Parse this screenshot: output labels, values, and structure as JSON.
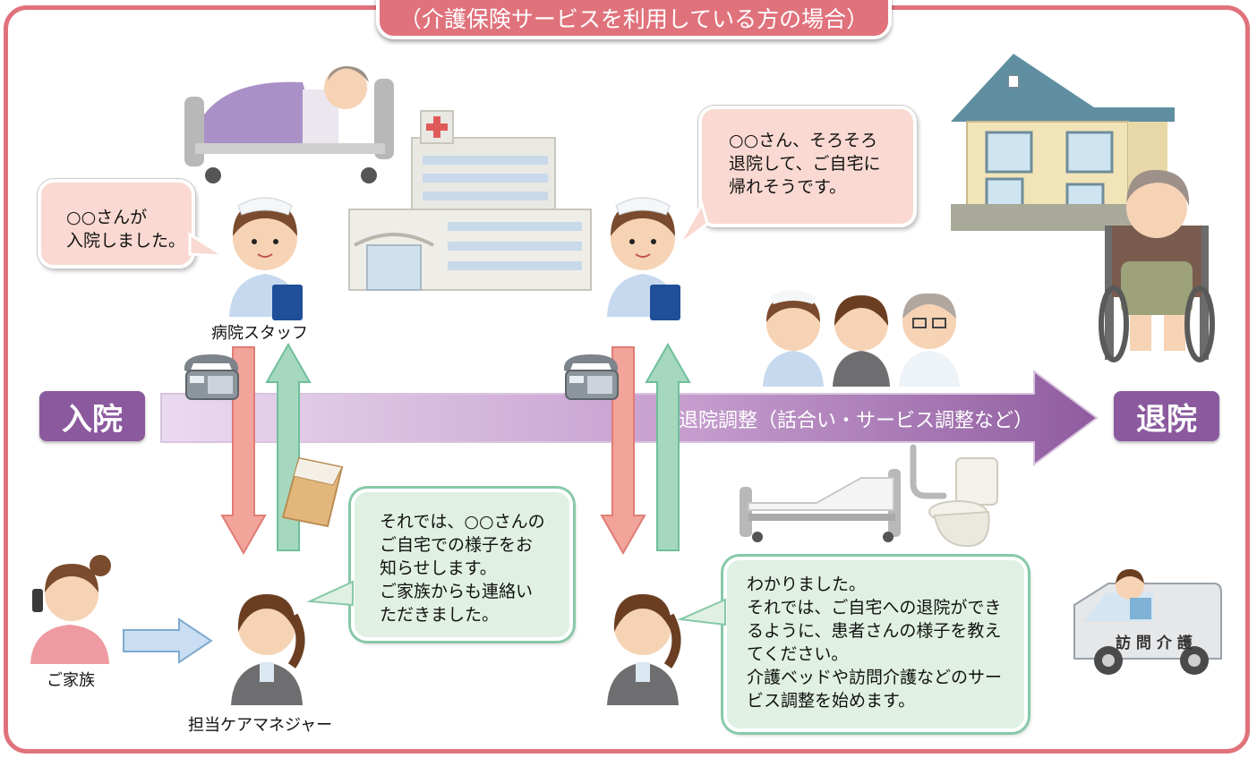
{
  "title": "（介護保険サービスを利用している方の場合）",
  "admission_label": "入院",
  "discharge_label": "退院",
  "arrow_label": "退院調整（話合い・サービス調整など）",
  "bubbles": {
    "admitted": "○○さんが\n入院しました。",
    "discharge_soon": "○○さん、そろそろ\n退院して、ご自宅に\n帰れそうです。",
    "manager_info": "それでは、○○さんの\nご自宅での様子をお\n知らせします。\nご家族からも連絡い\nただきました。",
    "manager_reply": "わかりました。\nそれでは、ご自宅への退院ができ\nるように、患者さんの様子を教え\nてください。\n介護ベッドや訪問介護などのサー\nビス調整を始めます。"
  },
  "people": {
    "hospital_staff": "病院スタッフ",
    "family": "ご家族",
    "care_manager": "担当ケアマネジャー"
  },
  "van_text": "訪 問 介 護",
  "colors": {
    "frame": "#e0727c",
    "purple": "#8b5a9e",
    "bubble_pink": "#f9d9d1",
    "bubble_green": "#e0f0e2",
    "arrow_down": "#f2a49a",
    "arrow_up": "#a5d8bf"
  }
}
